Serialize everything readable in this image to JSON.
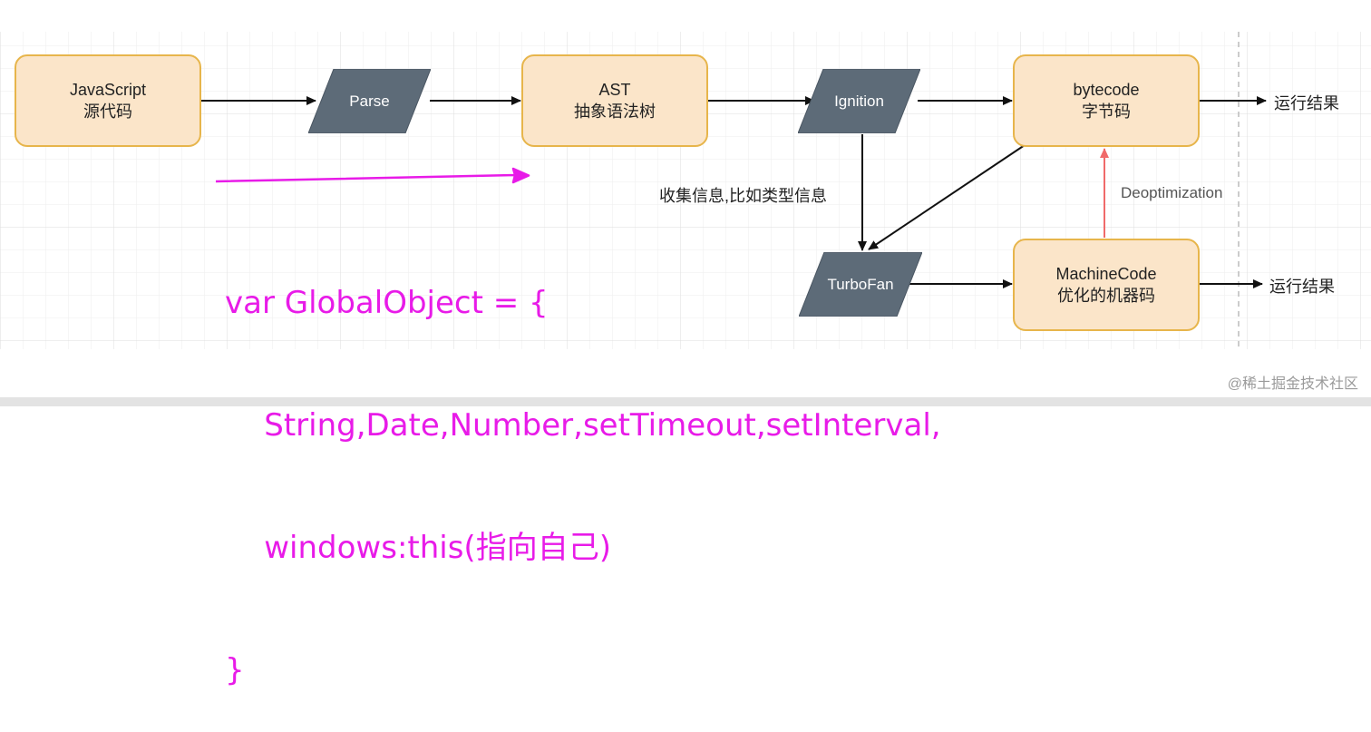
{
  "diagram": {
    "nodes": {
      "js_source": {
        "line1": "JavaScript",
        "line2": "源代码"
      },
      "ast": {
        "line1": "AST",
        "line2": "抽象语法树"
      },
      "bytecode": {
        "line1": "bytecode",
        "line2": "字节码"
      },
      "machine_code": {
        "line1": "MachineCode",
        "line2": "优化的机器码"
      },
      "parse": "Parse",
      "ignition": "Ignition",
      "turbofan": "TurboFan"
    },
    "labels": {
      "collect_info": "收集信息,比如类型信息",
      "deoptimization": "Deoptimization",
      "result_top": "运行结果",
      "result_bottom": "运行结果"
    },
    "colors": {
      "box_fill": "#fbe5c9",
      "box_border": "#e7b54b",
      "para_fill": "#5d6b78",
      "red_arrow": "#f06a6a",
      "magenta": "#e81be8"
    }
  },
  "annotation": {
    "code_lines": [
      "var GlobalObject = {",
      "    String,Date,Number,setTimeout,setInterval,",
      "    windows:this(指向自己)",
      "}"
    ]
  },
  "watermark": "@稀土掘金技术社区"
}
